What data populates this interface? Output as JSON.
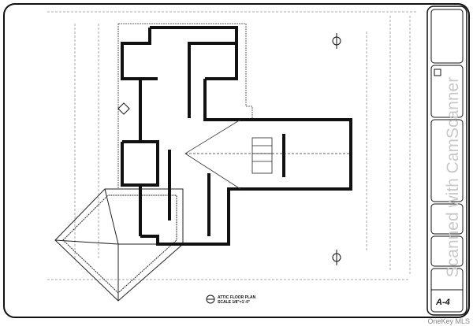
{
  "drawing": {
    "title": "ATTIC FLOOR PLAN",
    "scale": "SCALE 1/8\"=1'-0\"",
    "sheet_number": "A-4"
  },
  "watermark": "Scanned with CamScanner",
  "credit": "OneKey MLS"
}
